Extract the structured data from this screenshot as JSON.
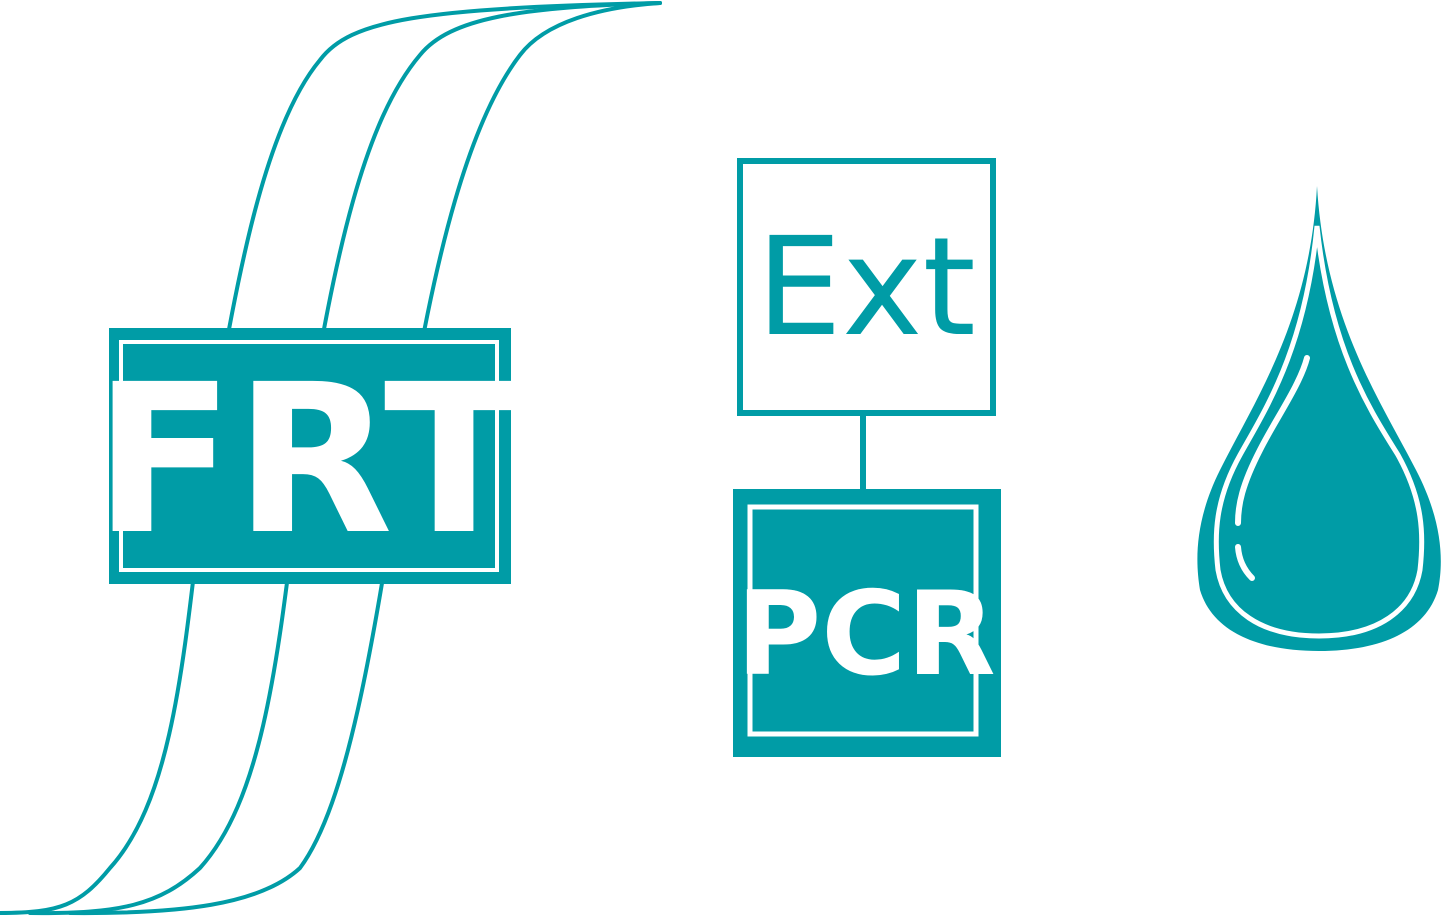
{
  "colors": {
    "teal": "#009CA6",
    "white": "#FFFFFF"
  },
  "frt_label": "FRT",
  "ext_label": "Ext",
  "pcr_label": "PCR",
  "icons": {
    "amplification_curves": "amplification-curves-icon",
    "drop": "droplet-icon"
  }
}
